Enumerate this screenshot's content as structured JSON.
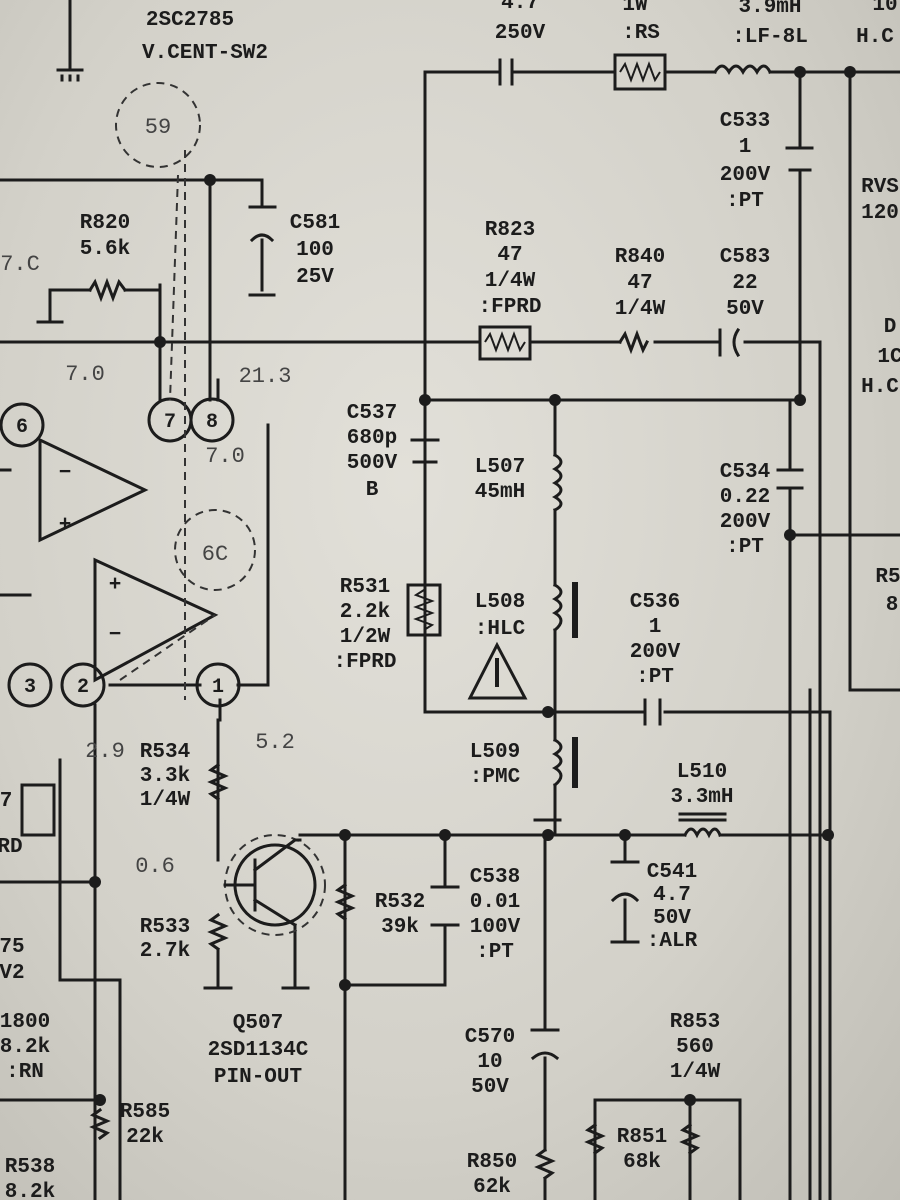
{
  "header": {
    "transistor_top": "2SC2785",
    "switch_label": "V.CENT-SW2",
    "cap_top_value": "4.7",
    "cap_top_voltage": "250V",
    "res_top_power": "1W",
    "res_top_type": ":RS",
    "ind_top_value": "3.9mH",
    "ind_top_type": ":LF-8L",
    "right_top_1": "10",
    "right_top_2": "H.C"
  },
  "markers": {
    "m59": "59",
    "m6c": "6C"
  },
  "voltages": {
    "v1": "7.C",
    "v2": "7.0",
    "v3": "21.3",
    "v4": "7.0",
    "v5": "2.9",
    "v6": "5.2",
    "v7": "0.6"
  },
  "pins": {
    "p6": "6",
    "p7": "7",
    "p8": "8",
    "p3": "3",
    "p2": "2",
    "p1": "1"
  },
  "components": {
    "R820": [
      "R820",
      "5.6k"
    ],
    "C581": [
      "C581",
      "100",
      "25V"
    ],
    "R823": [
      "R823",
      "47",
      "1/4W",
      ":FPRD"
    ],
    "R840": [
      "R840",
      "47",
      "1/4W"
    ],
    "C583": [
      "C583",
      "22",
      "50V"
    ],
    "C533": [
      "C533",
      "1",
      "200V",
      ":PT"
    ],
    "RVS": [
      "RVS",
      "120"
    ],
    "D": [
      "D",
      "1C",
      "H.C"
    ],
    "C537": [
      "C537",
      "680p",
      "500V",
      "B"
    ],
    "L507": [
      "L507",
      "45mH"
    ],
    "C534": [
      "C534",
      "0.22",
      "200V",
      ":PT"
    ],
    "R531": [
      "R531",
      "2.2k",
      "1/2W",
      ":FPRD"
    ],
    "L508": [
      "L508",
      ":HLC"
    ],
    "C536": [
      "C536",
      "1",
      "200V",
      ":PT"
    ],
    "R534": [
      "R534",
      "3.3k",
      "1/4W"
    ],
    "L509": [
      "L509",
      ":PMC"
    ],
    "L510": [
      "L510",
      "3.3mH"
    ],
    "R533": [
      "R533",
      "2.7k"
    ],
    "R532": [
      "R532",
      "39k"
    ],
    "C538": [
      "C538",
      "0.01",
      "100V",
      ":PT"
    ],
    "C541": [
      "C541",
      "4.7",
      "50V",
      ":ALR"
    ],
    "Q507": [
      "Q507",
      "2SD1134C",
      "PIN-OUT"
    ],
    "C570": [
      "C570",
      "10",
      "50V"
    ],
    "R853": [
      "R853",
      "560",
      "1/4W"
    ],
    "R585": [
      "R585",
      "22k"
    ],
    "R850": [
      "R850",
      "62k"
    ],
    "R851": [
      "R851",
      "68k"
    ],
    "left_edge": [
      "75",
      "V2",
      "1800",
      "8.2k",
      ":RN",
      "R538",
      "8.2k",
      "7",
      "RD",
      "R5",
      "8"
    ]
  }
}
